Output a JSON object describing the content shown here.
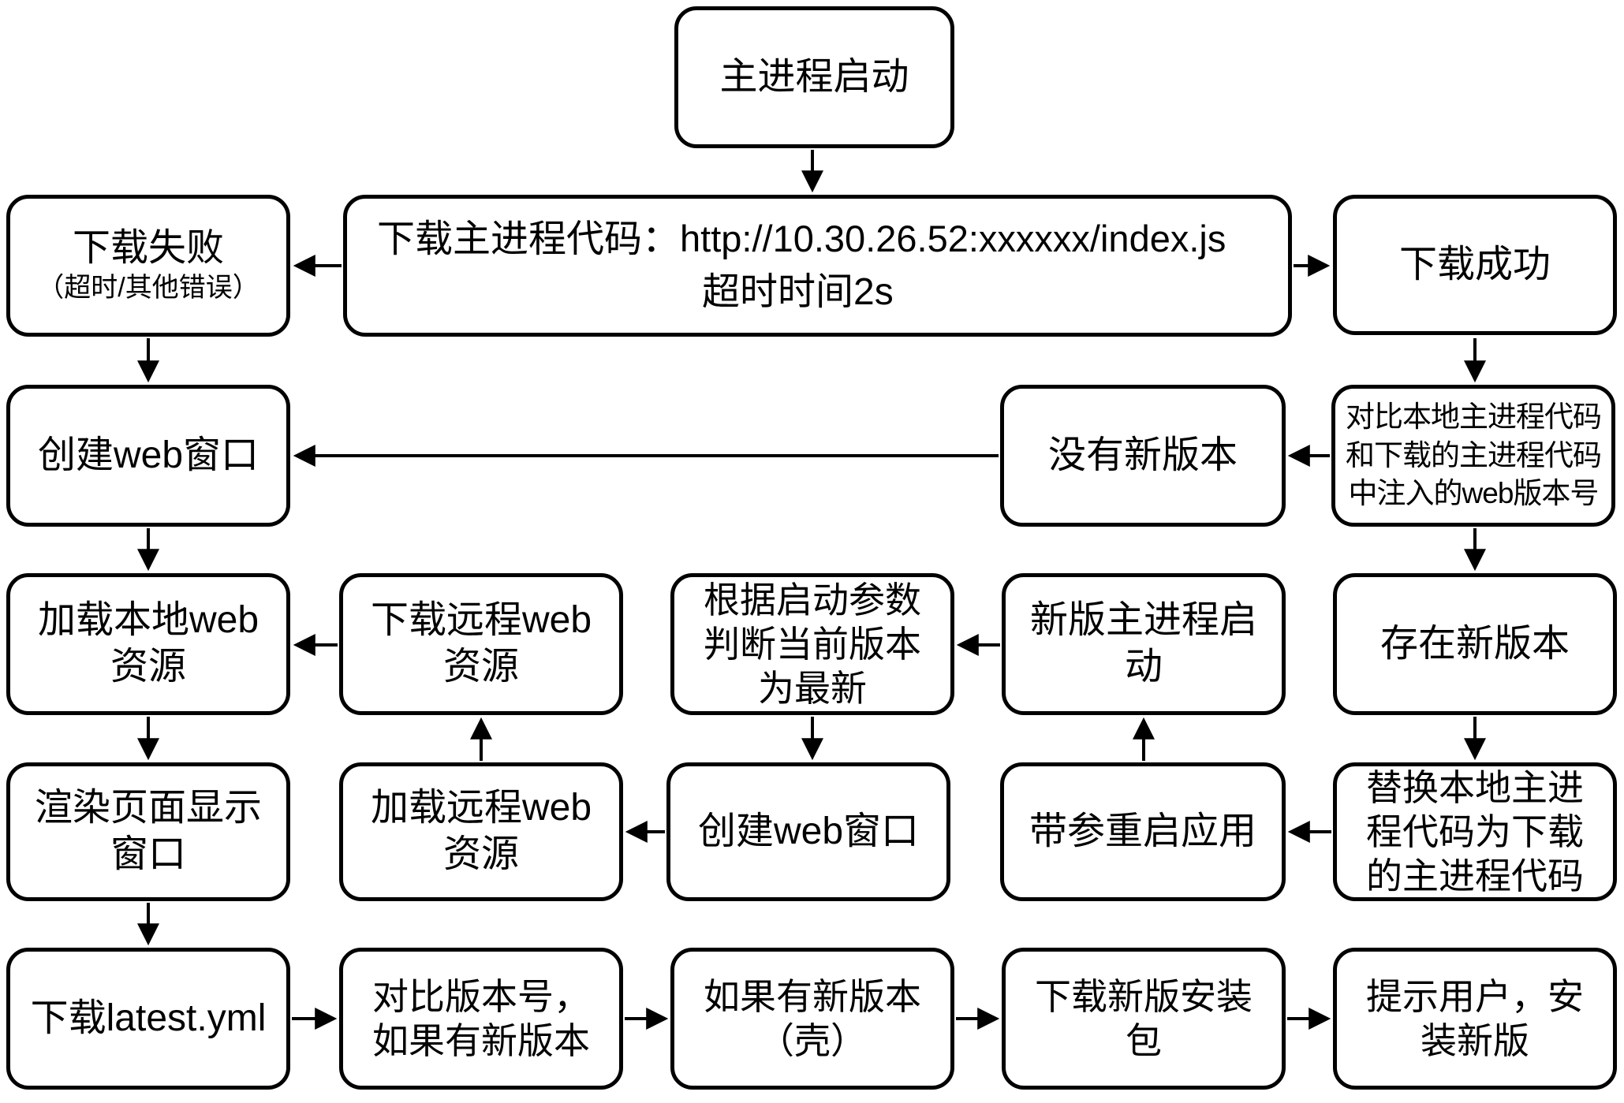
{
  "colors": {
    "background": "#ffffff",
    "node_fill": "#ffffff",
    "node_border": "#000000",
    "text": "#000000",
    "arrow": "#000000"
  },
  "nodes": {
    "start": {
      "text": "主进程启动"
    },
    "download_main": {
      "label_prefix": "下载主进程代码：",
      "url": "http://10.30.26.52:xxxxxx/index.js",
      "line2": "超时时间2s"
    },
    "download_fail": {
      "title": "下载失败",
      "subtitle": "（超时/其他错误）"
    },
    "download_success": {
      "text": "下载成功"
    },
    "create_web_window_1": {
      "text": "创建web窗口"
    },
    "no_new_version": {
      "text": "没有新版本"
    },
    "compare_web_version": {
      "text": "对比本地主进程代码\n和下载的主进程代码\n中注入的web版本号"
    },
    "load_local_web": {
      "text": "加载本地web\n资源"
    },
    "download_remote_web": {
      "text": "下载远程web\n资源"
    },
    "judge_latest": {
      "text": "根据启动参数\n判断当前版本\n为最新"
    },
    "new_main_start": {
      "text": "新版主进程启\n动"
    },
    "new_version_exists": {
      "text": "存在新版本"
    },
    "render_window": {
      "text": "渲染页面显示\n窗口"
    },
    "load_remote_web": {
      "text": "加载远程web\n资源"
    },
    "create_web_window_2": {
      "text": "创建web窗口"
    },
    "restart_with_params": {
      "text": "带参重启应用"
    },
    "replace_main_code": {
      "text": "替换本地主进\n程代码为下载\n的主进程代码"
    },
    "download_latest_yml": {
      "text": "下载latest.yml"
    },
    "compare_version_number": {
      "text": "对比版本号，\n如果有新版本"
    },
    "if_new_version_shell": {
      "text": "如果有新版本\n（壳）"
    },
    "download_new_installer": {
      "text": "下载新版安装\n包"
    },
    "prompt_user_install": {
      "text": "提示用户，安\n装新版"
    }
  }
}
